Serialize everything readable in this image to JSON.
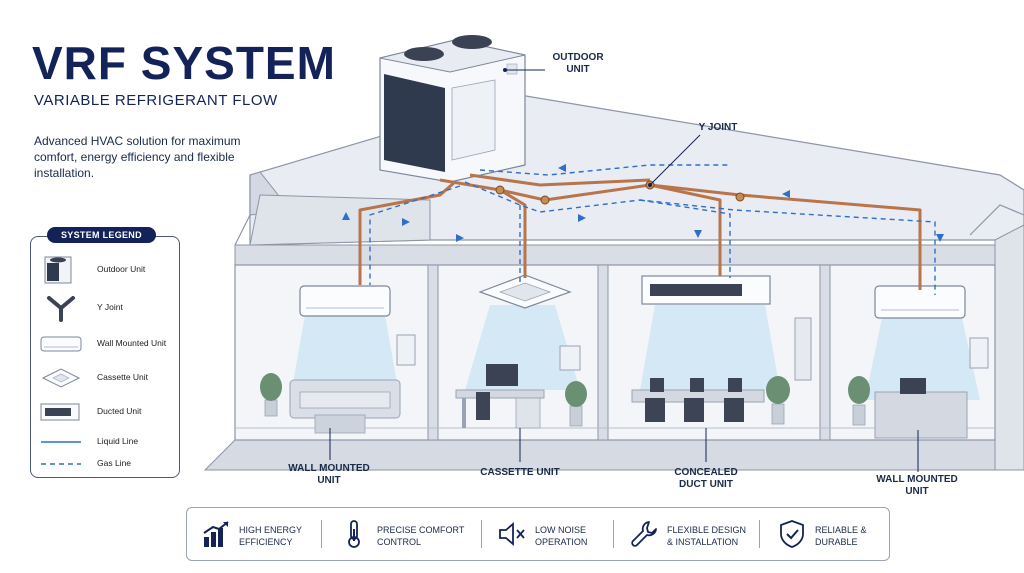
{
  "header": {
    "title": "VRF SYSTEM",
    "subtitle": "VARIABLE REFRIGERANT FLOW",
    "description": "Advanced HVAC solution for maximum comfort, energy efficiency and flexible installation."
  },
  "legend": {
    "title": "SYSTEM LEGEND",
    "items": [
      {
        "label": "Outdoor Unit",
        "icon": "outdoor-unit-icon"
      },
      {
        "label": "Y Joint",
        "icon": "y-joint-icon"
      },
      {
        "label": "Wall Mounted Unit",
        "icon": "wall-unit-icon"
      },
      {
        "label": "Cassette Unit",
        "icon": "cassette-unit-icon"
      },
      {
        "label": "Ducted Unit",
        "icon": "ducted-unit-icon"
      },
      {
        "label": "Liquid Line",
        "icon": "liquid-line-icon"
      },
      {
        "label": "Gas Line",
        "icon": "gas-line-icon"
      }
    ]
  },
  "callouts": {
    "outdoor": "OUTDOOR UNIT",
    "yjoint": "Y JOINT",
    "wall1": "WALL MOUNTED UNIT",
    "cassette": "CASSETTE UNIT",
    "duct": "CONCEALED DUCT UNIT",
    "wall2": "WALL MOUNTED UNIT"
  },
  "features": [
    {
      "label": "HIGH ENERGY EFFICIENCY",
      "icon": "bar-chart-icon"
    },
    {
      "label": "PRECISE COMFORT CONTROL",
      "icon": "thermometer-icon"
    },
    {
      "label": "LOW NOISE OPERATION",
      "icon": "mute-speaker-icon"
    },
    {
      "label": "FLEXIBLE DESIGN & INSTALLATION",
      "icon": "wrench-icon"
    },
    {
      "label": "RELIABLE & DURABLE",
      "icon": "shield-check-icon"
    }
  ],
  "colors": {
    "navy": "#13235a",
    "liquid_line": "#2f6fc9",
    "gas_line": "#2f6fc9",
    "copper_pipe": "#b8744a",
    "airflow": "#7ec0ee"
  }
}
